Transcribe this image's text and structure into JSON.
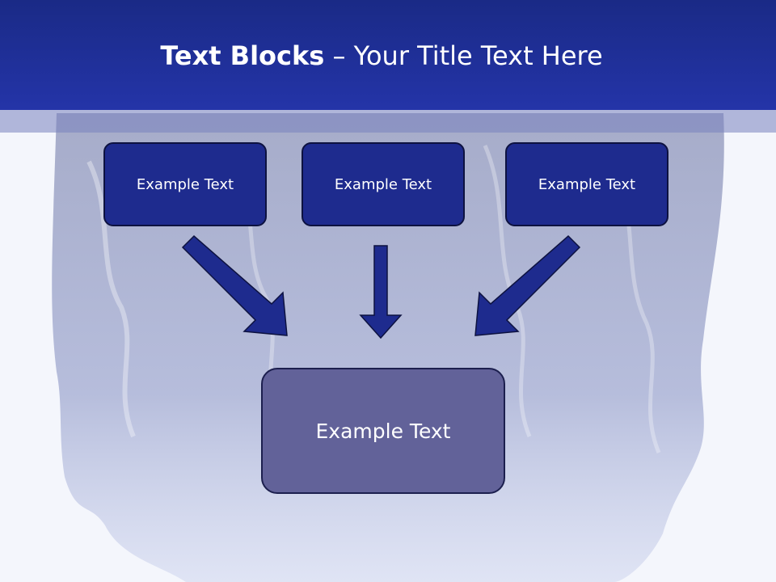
{
  "slide": {
    "title_bold": "Text Blocks",
    "title_separator": " – ",
    "title_rest": "Your Title Text Here"
  },
  "blocks": {
    "left": "Example Text",
    "center": "Example Text",
    "right": "Example Text",
    "bottom": "Example Text"
  },
  "colors": {
    "header": "#2434a8",
    "box_fill": "#1e2b8e",
    "arrow_fill": "#1e2b8e",
    "bottom_box_fill": "#626299"
  }
}
